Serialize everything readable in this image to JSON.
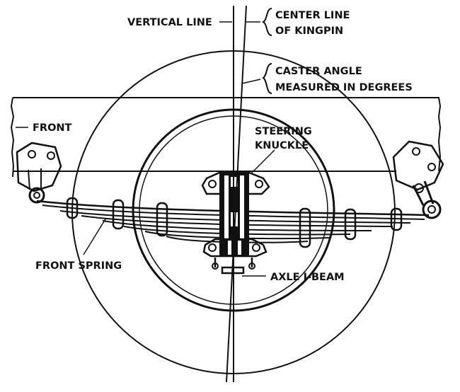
{
  "labels": {
    "vertical_line": "VERTICAL LINE",
    "center_line_1": "CENTER LINE",
    "center_line_2": "OF KINGPIN",
    "caster_1": "CASTER ANGLE",
    "caster_2": "MEASURED IN DEGREES",
    "front": "FRONT",
    "steering_1": "STEERING",
    "steering_2": "KNUCKLE",
    "front_spring": "FRONT SPRING",
    "axle_ibeam": "AXLE I-BEAM"
  },
  "colors": {
    "ink": "#111111",
    "paper": "#ffffff"
  }
}
